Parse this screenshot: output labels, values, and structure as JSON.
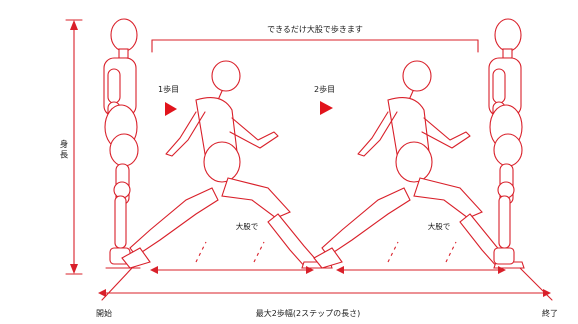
{
  "labels": {
    "top_instruction": "できるだけ大股で歩きます",
    "height": "身長",
    "step1": "1歩目",
    "step2": "2歩目",
    "stride1": "大股で",
    "stride2": "大股で",
    "start": "開始",
    "measure": "最大2歩幅(2ステップの長さ)",
    "end": "終了"
  },
  "colors": {
    "line": "#d9202a",
    "triangle": "#e1141c",
    "text": "#1a1a1a",
    "background": "#ffffff"
  },
  "icons": {
    "step_marker": "triangle-right-icon"
  }
}
